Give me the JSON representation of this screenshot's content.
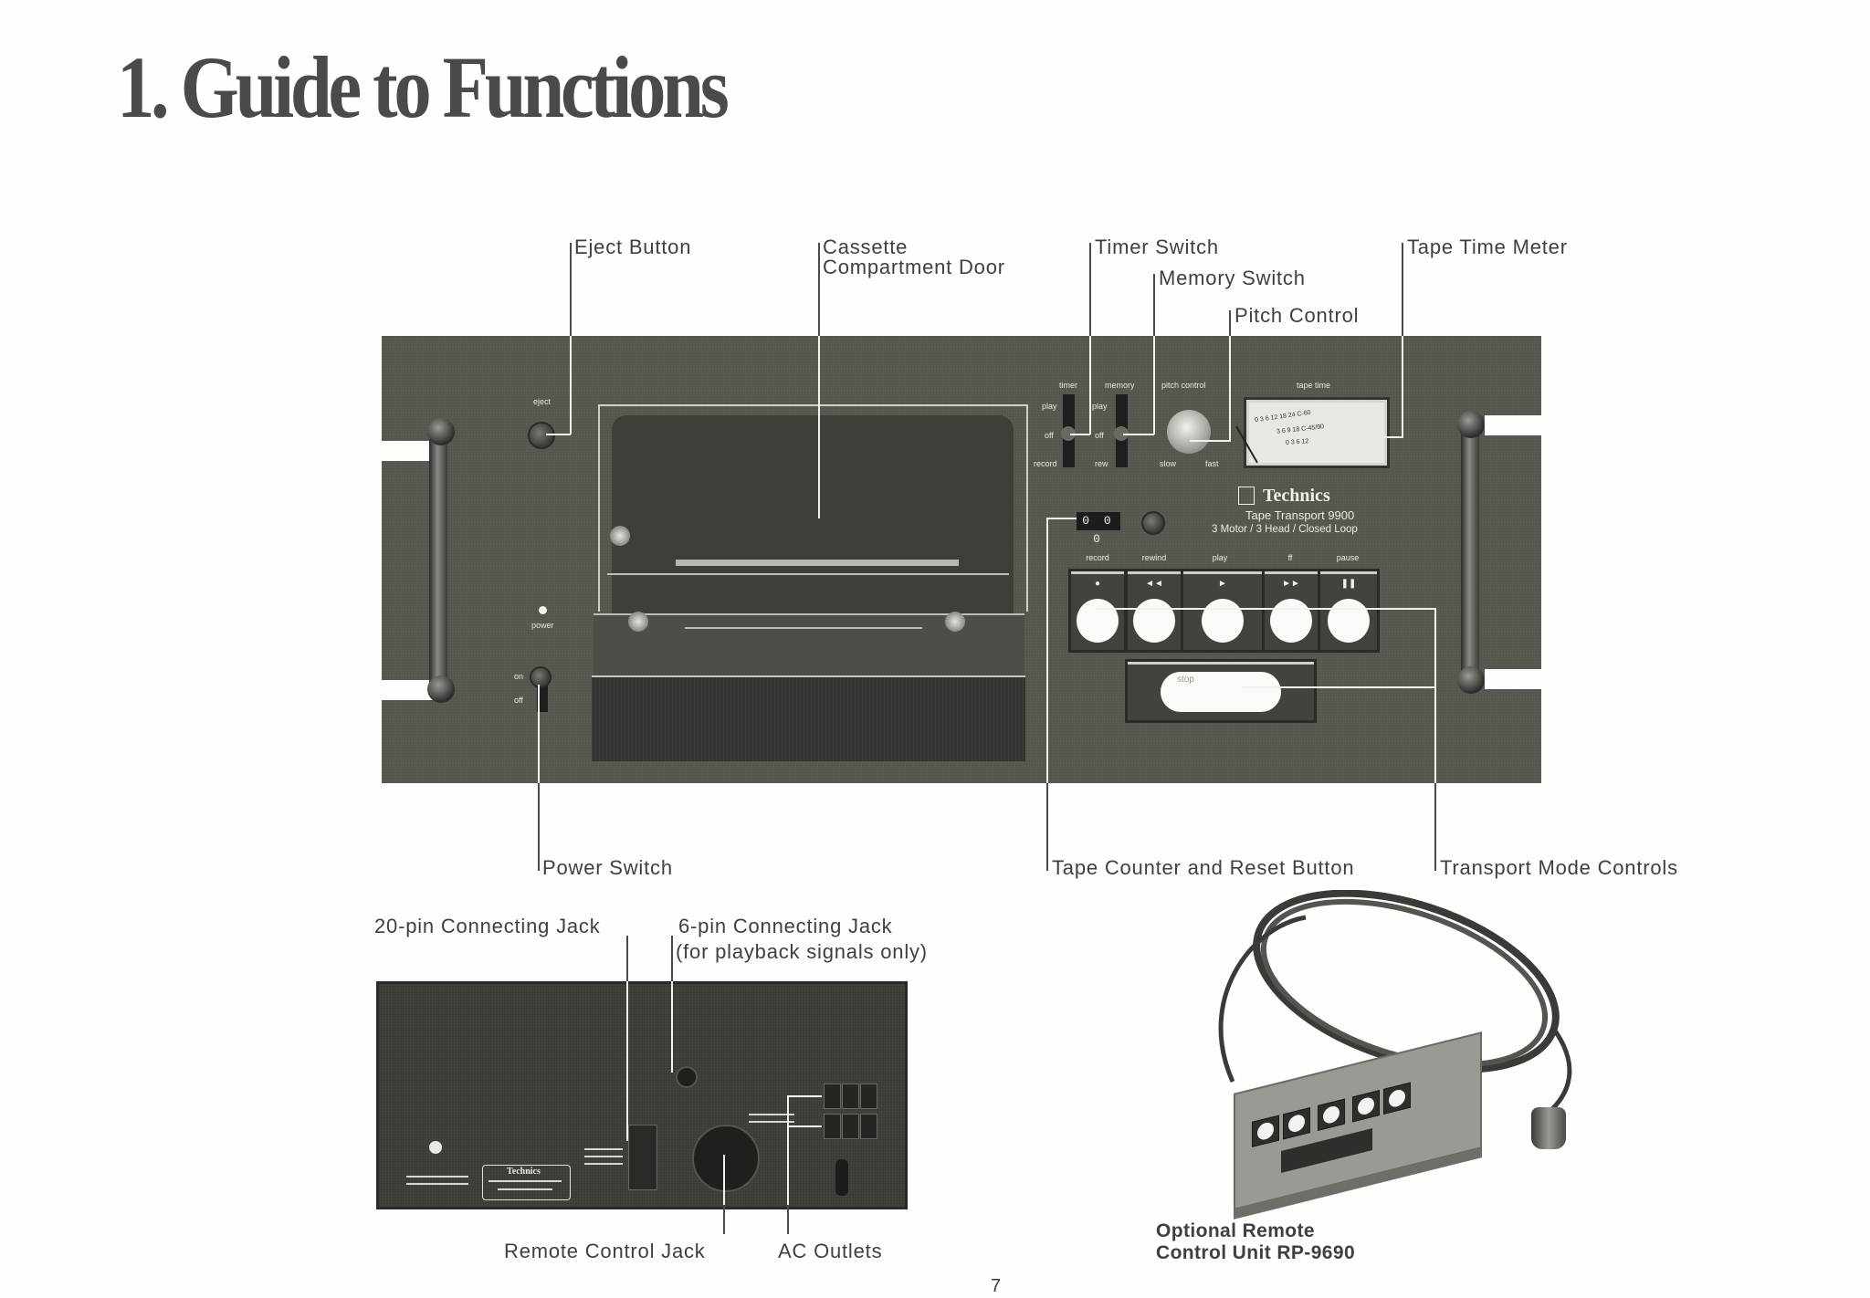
{
  "page": {
    "title": "1. Guide to Functions",
    "page_number": "7"
  },
  "front_callouts": {
    "eject_button": "Eject Button",
    "cassette_door_line1": "Cassette",
    "cassette_door_line2": "Compartment Door",
    "timer_switch": "Timer Switch",
    "memory_switch": "Memory Switch",
    "pitch_control": "Pitch Control",
    "tape_time_meter": "Tape Time Meter",
    "power_switch": "Power Switch",
    "tape_counter": "Tape Counter and Reset Button",
    "transport_mode": "Transport Mode Controls"
  },
  "front_panel": {
    "eject_label": "eject",
    "power_label": "power",
    "on_label": "on",
    "off_label": "off",
    "timer": {
      "title": "timer",
      "pos1": "play",
      "pos2": "off",
      "pos3": "record"
    },
    "memory": {
      "title": "memory",
      "pos1": "play",
      "pos2": "off",
      "pos3": "rew"
    },
    "pitch": {
      "title": "pitch control",
      "slow": "slow",
      "fast": "fast"
    },
    "meter": {
      "title": "tape time",
      "scale1": "0  3  6  12  18  24  C-60",
      "scale2": "3  6  9  18  C-45/90",
      "scale3": "0  3  6  12"
    },
    "brand": "Technics",
    "model": "Tape Transport 9900",
    "features": "3 Motor / 3 Head / Closed Loop",
    "counter_value": "0 0 0",
    "transport_buttons": [
      {
        "label": "record",
        "symbol": "●"
      },
      {
        "label": "rewind",
        "symbol": "◄◄"
      },
      {
        "label": "play",
        "symbol": "►"
      },
      {
        "label": "ff",
        "symbol": "►►"
      },
      {
        "label": "pause",
        "symbol": "❚❚"
      }
    ],
    "stop_label": "stop"
  },
  "rear_callouts": {
    "pin20": "20-pin Connecting Jack",
    "pin6_line1": "6-pin Connecting Jack",
    "pin6_line2": "(for playback signals only)",
    "remote_jack": "Remote Control Jack",
    "ac_outlets": "AC Outlets"
  },
  "rear_panel": {
    "brand": "Technics"
  },
  "remote": {
    "caption_line1": "Optional Remote",
    "caption_line2": "Control Unit RP-9690"
  }
}
